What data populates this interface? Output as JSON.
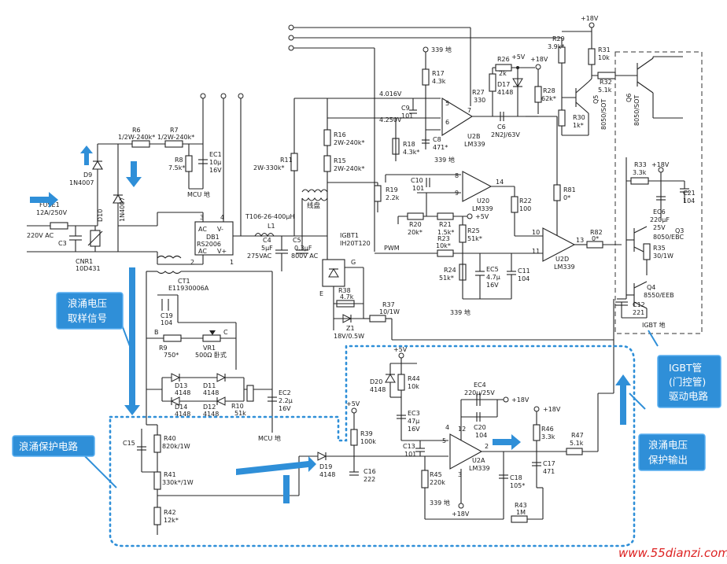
{
  "callouts": {
    "surge_sample": [
      "浪涌电压",
      "取样信号"
    ],
    "surge_protect": "浪涌保护电路",
    "surge_output": [
      "浪涌电压",
      "保护输出"
    ],
    "igbt_drive": [
      "IGBT管",
      "(门控管)",
      "驱动电路"
    ]
  },
  "watermark": "www.55dianzi.com",
  "labels": {
    "fuse": [
      "FUSE1",
      "12A/250V"
    ],
    "ac_in": "220V AC",
    "c3": "C3",
    "cnr1": [
      "CNR1",
      "10D431"
    ],
    "d9": [
      "D9",
      "1N4007"
    ],
    "d10": [
      "D10",
      "1N4007"
    ],
    "r6": [
      "R6",
      "1/2W-240k*"
    ],
    "r7": [
      "R7",
      "1/2W-240k*"
    ],
    "r8": [
      "R8",
      "7.5k*"
    ],
    "ec1": [
      "EC1",
      "10μ",
      "16V"
    ],
    "mcu_gnd_1": "MCU 地",
    "mcu_gnd_2": "MCU 地",
    "db1": [
      "AC",
      "DB1",
      "RS2006",
      "AC",
      "V-",
      "V+"
    ],
    "db1_pins": [
      "3",
      "4",
      "2",
      "1"
    ],
    "ct1": [
      "CT1",
      "E11930006A"
    ],
    "c19": [
      "C19",
      "104"
    ],
    "r9": [
      "R9",
      "750*"
    ],
    "vr1": [
      "VR1",
      "500Ω 卧式"
    ],
    "vr_pins": [
      "B",
      "C"
    ],
    "d13": [
      "D13",
      "4148"
    ],
    "d11": [
      "D11",
      "4148"
    ],
    "d14": [
      "D14",
      "4148"
    ],
    "d12": [
      "D12",
      "4148"
    ],
    "r10": [
      "R10",
      "51k"
    ],
    "ec2": [
      "EC2",
      "2.2μ",
      "16V"
    ],
    "l1": [
      "T106-26-400μH",
      "L1"
    ],
    "c4": [
      "C4",
      "5μF",
      "275VAC"
    ],
    "c5": [
      "C5",
      "0.3μF",
      "800V AC"
    ],
    "coil": "线盘",
    "r11": [
      "R11",
      "2W-330k*"
    ],
    "r16": [
      "R16",
      "2W-240k*"
    ],
    "r15": [
      "R15",
      "2W-240k*"
    ],
    "igbt1": [
      "IGBT1",
      "IH20T120"
    ],
    "igbt_pins": [
      "G",
      "E"
    ],
    "r38": [
      "R38",
      "4.7k"
    ],
    "r37": [
      "R37",
      "10/1W"
    ],
    "z1": [
      "Z1",
      "18V/0.5W"
    ],
    "r17": [
      "R17",
      "4.3k"
    ],
    "gnd339_a": "339 地",
    "gnd339_b": "339 地",
    "gnd339_c": "339 地",
    "gnd339_d": "339 地",
    "v4016": "4.016V",
    "v4250": "4.250V",
    "c9": [
      "C9",
      "101"
    ],
    "c8": [
      "C8",
      "471*"
    ],
    "r18": [
      "R18",
      "4.3k*"
    ],
    "r27": [
      "R27",
      "330"
    ],
    "u2b": [
      "U2B",
      "LM339"
    ],
    "u2b_pins": [
      "5",
      "6",
      "7"
    ],
    "r26": [
      "R26",
      "2k"
    ],
    "v5": "+5V",
    "v18": "+18V",
    "d17": [
      "D17",
      "4148"
    ],
    "c6": [
      "C6",
      "2N2J/63V"
    ],
    "r28": [
      "R28",
      "62k*"
    ],
    "r29": [
      "R29",
      "3.9k*"
    ],
    "r31": [
      "R31",
      "10k"
    ],
    "r32": [
      "R32",
      "5.1k"
    ],
    "q5": [
      "Q5",
      "8050/SOT"
    ],
    "q6": [
      "Q6",
      "8050/SOT"
    ],
    "r30": [
      "R30",
      "1k*"
    ],
    "r19": [
      "R19",
      "2.2k"
    ],
    "c10": [
      "C10",
      "101"
    ],
    "u20": [
      "U20",
      "LM339"
    ],
    "u20_pins": [
      "8",
      "9",
      "14"
    ],
    "r20": [
      "R20",
      "20k*"
    ],
    "r21": [
      "R21",
      "1.5k*"
    ],
    "r22": [
      "R22",
      "100"
    ],
    "r23": [
      "R23",
      "10k*"
    ],
    "r25": [
      "R25",
      "51k*"
    ],
    "pwm": "PWM",
    "r24": [
      "R24",
      "51k*"
    ],
    "ec5": [
      "EC5",
      "4.7μ",
      "16V"
    ],
    "c11": [
      "C11",
      "104"
    ],
    "u2d": [
      "U2D",
      "LM339"
    ],
    "u2d_pins": [
      "10",
      "11",
      "13"
    ],
    "r81": [
      "R81",
      "0*"
    ],
    "r82": [
      "R82",
      "0*"
    ],
    "r33": [
      "R33",
      "3.3k"
    ],
    "c21": [
      "C21",
      "104"
    ],
    "ec6": [
      "EC6",
      "220μF",
      "25V"
    ],
    "q3": [
      "Q3",
      "8050/EBC"
    ],
    "r35": [
      "R35",
      "30/1W"
    ],
    "q4": [
      "Q4",
      "8550/EEB"
    ],
    "c12": [
      "C12",
      "221"
    ],
    "igbt_gnd": "IGBT 地",
    "c15": "C15",
    "r40": [
      "R40",
      "820k/1W"
    ],
    "r41": [
      "R41",
      "330k*/1W"
    ],
    "r42": [
      "R42",
      "12k*"
    ],
    "r39": [
      "R39",
      "100k"
    ],
    "d19": [
      "D19",
      "4148"
    ],
    "c16": [
      "C16",
      "222"
    ],
    "d20": [
      "D20",
      "4148"
    ],
    "r44": [
      "R44",
      "10k"
    ],
    "ec3": [
      "EC3",
      "47μ",
      "16V"
    ],
    "c13": [
      "C13",
      "101"
    ],
    "r45": [
      "R45",
      "220k"
    ],
    "ec4": [
      "EC4",
      "220μ/25V"
    ],
    "c20": [
      "C20",
      "104"
    ],
    "u2a": [
      "U2A",
      "LM339"
    ],
    "u2a_pins": [
      "4",
      "5",
      "2",
      "12",
      "3"
    ],
    "r46": [
      "R46",
      "3.3k"
    ],
    "c17": [
      "C17",
      "471"
    ],
    "r47": [
      "R47",
      "5.1k"
    ],
    "c18": [
      "C18",
      "105*"
    ],
    "r43": [
      "R43",
      "1M"
    ]
  }
}
